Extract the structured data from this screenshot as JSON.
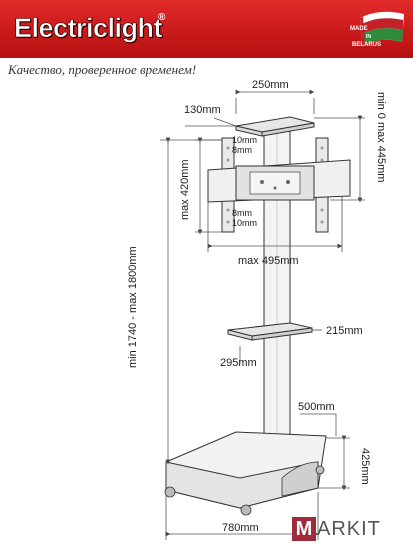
{
  "header": {
    "brand": "Electriclight",
    "registered": "®",
    "badge": {
      "line1": "MADE",
      "line2": "IN",
      "line3": "BELARUS"
    },
    "colors": {
      "bar": "#c8191a",
      "flag_red": "#c22127",
      "flag_green": "#2e8b3a"
    }
  },
  "slogan": "Качество, проверенное временем!",
  "dimensions": {
    "shelf_top_width": "250mm",
    "shelf_top_depth": "130mm",
    "top_height_range": "min 0 max 445mm",
    "gap_top_a": "10mm",
    "gap_top_b": "8mm",
    "bracket_height": "max 420mm",
    "gap_bottom_a": "8mm",
    "gap_bottom_b": "10mm",
    "bracket_width": "max 495mm",
    "total_height": "min 1740 - max 1800mm",
    "shelf_mid_width": "215mm",
    "shelf_mid_depth": "295mm",
    "base_depth": "500mm",
    "base_height": "425mm",
    "base_width": "780mm"
  },
  "watermark": {
    "m": "M",
    "rest": "ARKIT"
  }
}
